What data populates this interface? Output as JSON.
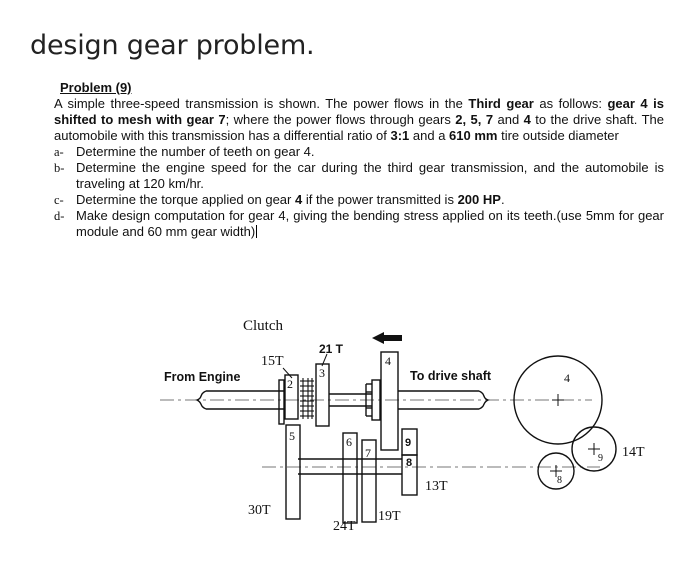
{
  "page": {
    "title": "design gear problem."
  },
  "problem": {
    "heading": "Problem (9)",
    "intro": {
      "t1": "A simple three-speed transmission is shown. The power flows in the ",
      "b1": "Third gear",
      "t2": " as follows: ",
      "b2": "gear 4 is shifted to mesh with gear 7",
      "t3": "; where the power flows through gears ",
      "b3": "2, 5, 7",
      "t4": " and ",
      "b4": "4",
      "t5": " to the drive shaft. The automobile with this transmission has a differential ratio of ",
      "b5": "3:1",
      "t6": " and a ",
      "b6": "610 mm",
      "t7": " tire outside diameter"
    },
    "questions": [
      {
        "mark": "a-",
        "text": "Determine the number of teeth on gear 4."
      },
      {
        "mark": "b-",
        "text": "Determine the engine speed for the car during the third gear transmission, and the automobile is traveling at 120 km/hr."
      },
      {
        "mark": "c-",
        "t1": "Determine the torque applied on gear ",
        "b1": "4",
        "t2": " if the power transmitted is ",
        "b2": "200 HP",
        "t3": "."
      },
      {
        "mark": "d-",
        "text": "Make design computation for gear 4, giving the bending stress applied on its teeth.(use 5mm for gear module and 60 mm gear width)"
      }
    ]
  },
  "diagram": {
    "clutch": "Clutch",
    "from_engine": "From Engine",
    "to_drive_shaft": "To drive shaft",
    "teeth": {
      "g15": "15T",
      "g21": "21 T",
      "g30": "30T",
      "g24": "24T",
      "g19": "19T",
      "g13": "13T",
      "g14": "14T"
    },
    "gear_numbers": {
      "n2": "2",
      "n3": "3",
      "n4": "4",
      "n5": "5",
      "n6": "6",
      "n7": "7",
      "n8": "8",
      "n9": "9"
    },
    "circle_labels": {
      "big": "4",
      "small9": "9",
      "small8": "8"
    },
    "colors": {
      "stroke": "#111111",
      "centerline": "#777777"
    }
  }
}
